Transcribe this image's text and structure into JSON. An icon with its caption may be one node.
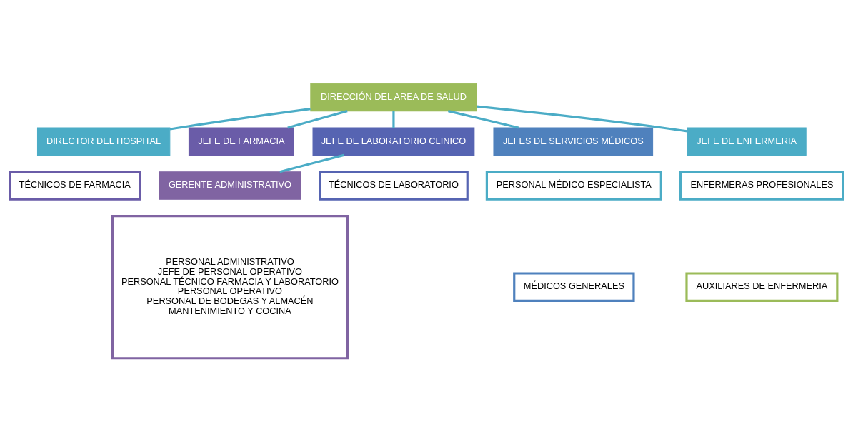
{
  "diagram": {
    "nodes": [
      {
        "text": [
          "DIRECCIÓN DEL AREA DE SALUD"
        ]
      },
      {
        "text": [
          "DIRECTOR DEL HOSPITAL"
        ]
      },
      {
        "text": [
          "JEFE DE FARMACIA"
        ]
      },
      {
        "text": [
          "JEFE DE LABORATORIO CLINICO"
        ]
      },
      {
        "text": [
          "JEFES DE SERVICIOS MÉDICOS"
        ]
      },
      {
        "text": [
          "JEFE DE ENFERMERIA"
        ]
      },
      {
        "text": [
          "GERENTE ADMINISTRATIVO"
        ]
      },
      {
        "text": [
          "PERSONAL ADMINISTRATIVO",
          "JEFE DE PERSONAL OPERATIVO",
          "PERSONAL TÉCNICO FARMACIA Y LABORATORIO",
          "PERSONAL OPERATIVO",
          "PERSONAL DE BODEGAS Y ALMACÉN",
          "MANTENIMIENTO Y COCINA"
        ]
      },
      {
        "text": [
          "TÉCNICOS DE FARMACIA"
        ]
      },
      {
        "text": [
          "TÉCNICOS DE LABORATORIO"
        ]
      },
      {
        "text": [
          "PERSONAL MÉDICO ESPECIALISTA"
        ]
      },
      {
        "text": [
          "MÉDICOS GENERALES"
        ]
      },
      {
        "text": [
          "ENFERMERAS PROFESIONALES"
        ]
      },
      {
        "text": [
          "AUXILIARES DE ENFERMERIA"
        ]
      }
    ],
    "edges": [
      {
        "from": 0,
        "to": 1,
        "arrow": "none"
      },
      {
        "from": 0,
        "to": 2,
        "arrow": "none"
      },
      {
        "from": 0,
        "to": 3,
        "arrow": "none"
      },
      {
        "from": 0,
        "to": 4,
        "arrow": "none"
      },
      {
        "from": 0,
        "to": 5,
        "arrow": "none"
      },
      {
        "from": 3,
        "to": 6,
        "arrow": "none"
      }
    ]
  }
}
